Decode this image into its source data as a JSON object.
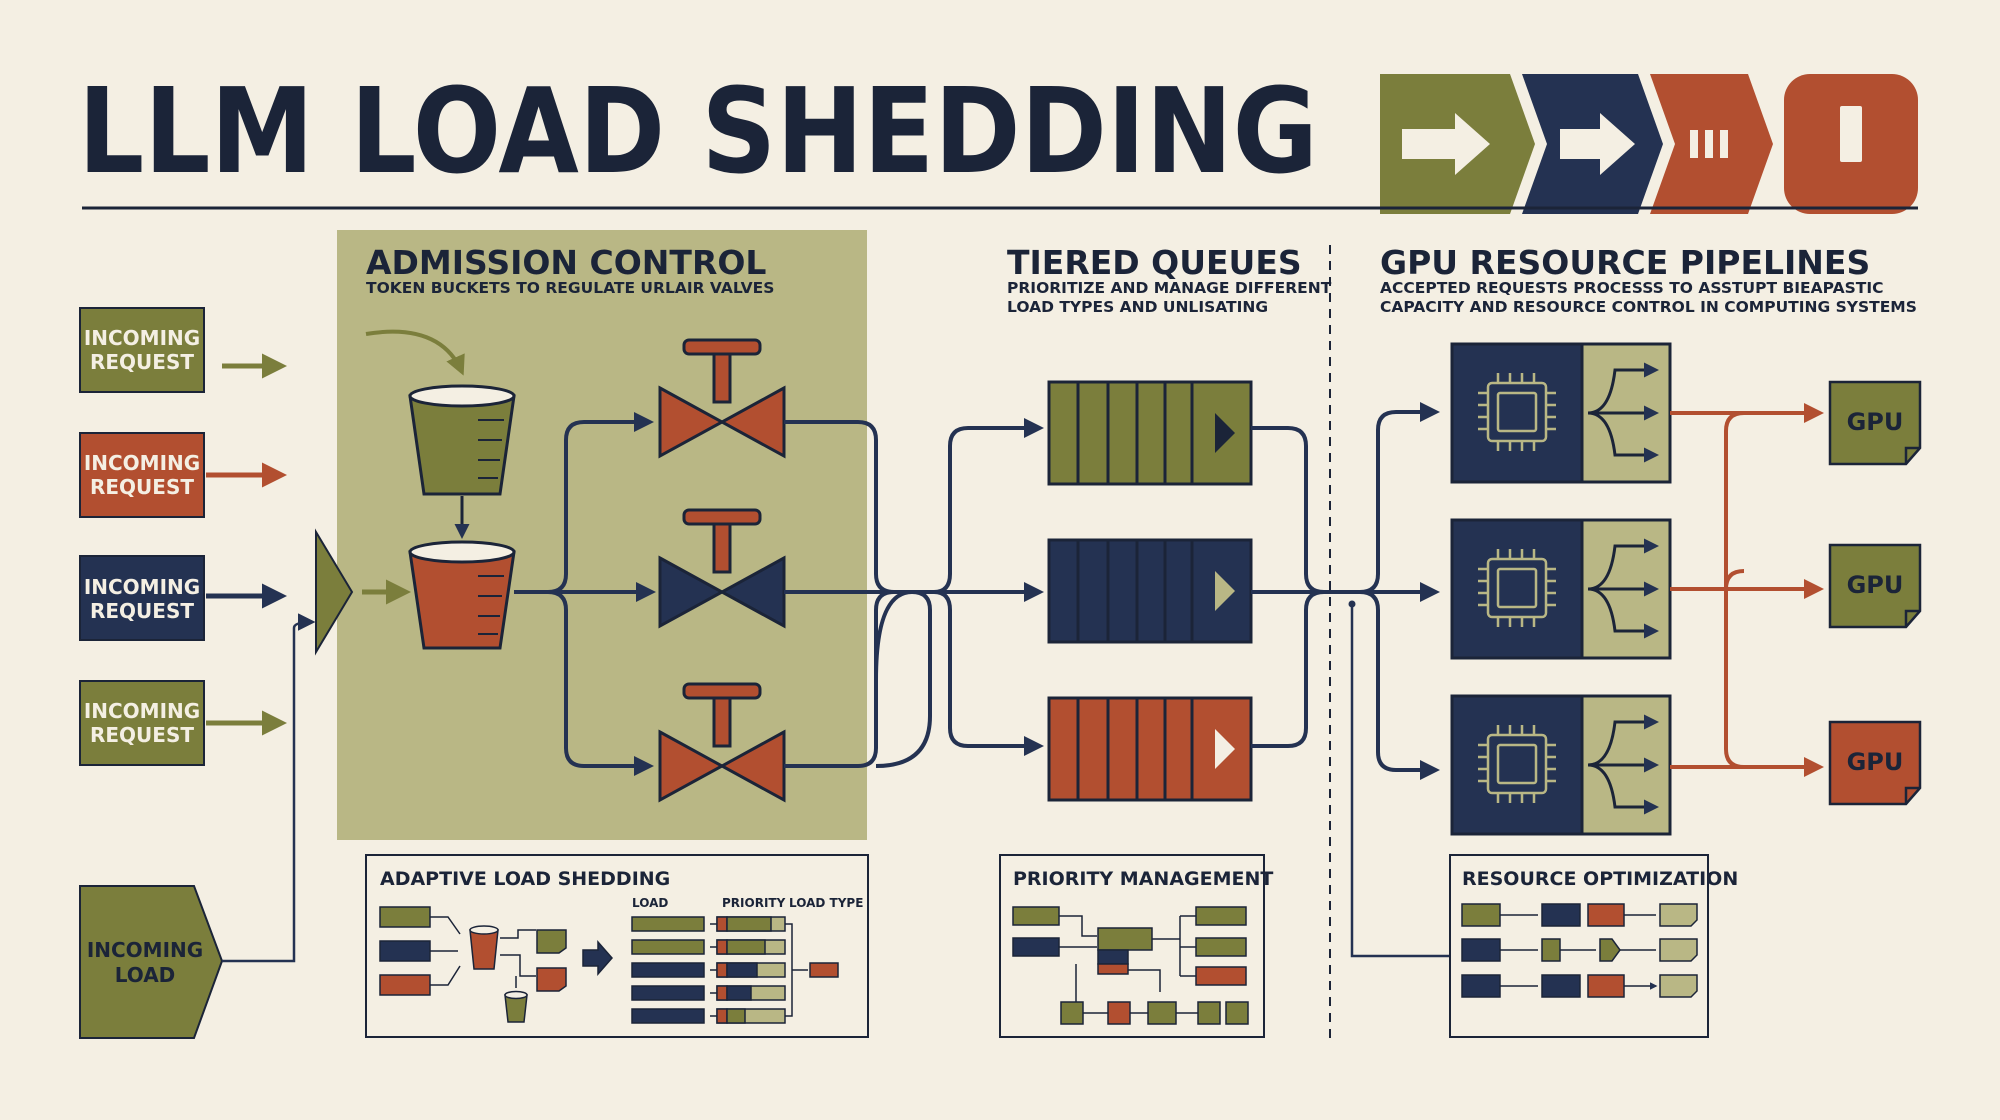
{
  "title": "LLM LOAD SHEDDING",
  "colors": {
    "background": "#f4efe3",
    "olive": "#7b7e3c",
    "navy": "#243252",
    "rust": "#b24f30",
    "khaki": "#b9b785",
    "ink": "#1b2438"
  },
  "header_icons": [
    "arrow-right-icon",
    "arrow-right-icon",
    "bars-icon",
    "stop-icon"
  ],
  "requests": [
    {
      "line1": "INCOMING",
      "line2": "REQUEST"
    },
    {
      "line1": "INCOMING",
      "line2": "REQUEST"
    },
    {
      "line1": "INCOMING",
      "line2": "REQUEST"
    },
    {
      "line1": "INCOMING",
      "line2": "REQUEST"
    }
  ],
  "incoming_load": {
    "line1": "INCOMING",
    "line2": "LOAD"
  },
  "admission": {
    "title": "ADMISSION CONTROL",
    "subtitle": "TOKEN BUCKETS TO REGULATE URLAIR VALVES"
  },
  "queues": {
    "title": "TIERED QUEUES",
    "subtitle1": "PRIORITIZE AND MANAGE DIFFERENT",
    "subtitle2": "LOAD TYPES AND UNLISATING"
  },
  "gpu_pipelines": {
    "title": "GPU RESOURCE PIPELINES",
    "subtitle1": "ACCEPTED REQUESTS PROCESSS TO ASSTUPT BIEAPASTIC",
    "subtitle2": "CAPACITY AND RESOURCE CONTROL IN COMPUTING SYSTEMS"
  },
  "gpus": [
    {
      "label": "GPU"
    },
    {
      "label": "GPU"
    },
    {
      "label": "GPU"
    }
  ],
  "panels": {
    "adaptive": {
      "title": "ADAPTIVE LOAD SHEDDING",
      "col_load": "LOAD",
      "col_priority": "PRIORITY",
      "col_type": "LOAD TYPE"
    },
    "priority": {
      "title": "PRIORITY MANAGEMENT"
    },
    "resource": {
      "title": "RESOURCE OPTIMIZATION"
    }
  }
}
